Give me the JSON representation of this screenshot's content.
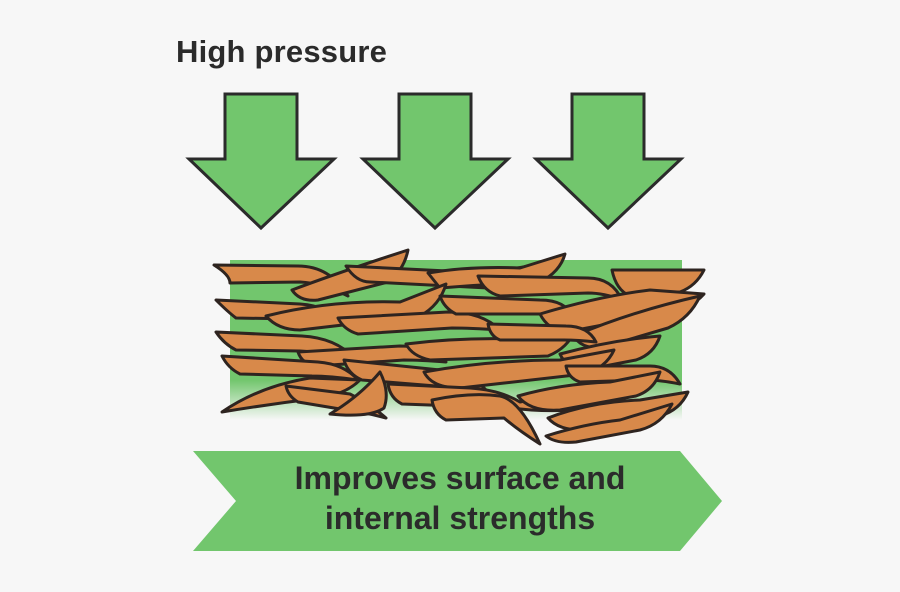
{
  "title": "High pressure",
  "banner": {
    "line1": "Improves surface and",
    "line2": "internal strengths"
  },
  "colors": {
    "background": "#f7f7f7",
    "arrow_fill": "#72c66d",
    "arrow_stroke": "#2b2b2b",
    "fiber_fill": "#d8894a",
    "fiber_stroke": "#2e2420",
    "board_fill": "#72c66d",
    "banner_fill": "#72c66d"
  }
}
